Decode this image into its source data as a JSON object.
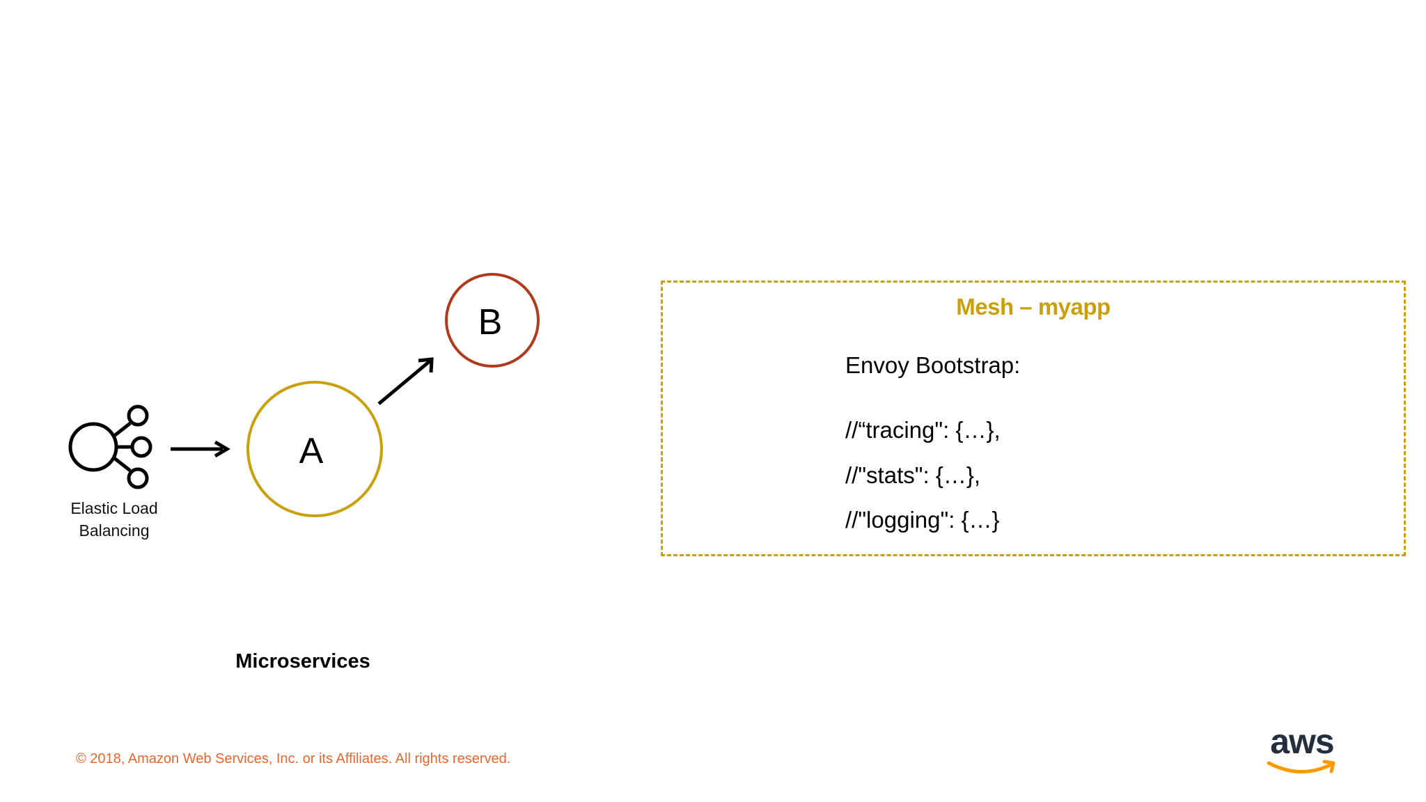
{
  "diagram": {
    "elb_label_line1": "Elastic Load",
    "elb_label_line2": "Balancing",
    "node_a_label": "A",
    "node_b_label": "B",
    "group_label": "Microservices",
    "colors": {
      "node_a_stroke": "#c9a00a",
      "node_b_stroke": "#b03a1e",
      "arrow": "#000000",
      "mesh_border": "#c5a018",
      "mesh_title": "#c9a00a"
    }
  },
  "mesh": {
    "title": "Mesh – myapp",
    "bootstrap_title": "Envoy Bootstrap:",
    "config_lines": [
      "//“tracing\": {…},",
      "//\"stats\": {…},",
      "//\"logging\": {…}"
    ]
  },
  "footer": {
    "copyright": "© 2018, Amazon Web Services, Inc. or its Affiliates. All rights reserved.",
    "logo_text": "aws",
    "logo_icon": "amazon-smile-arrow-icon"
  }
}
